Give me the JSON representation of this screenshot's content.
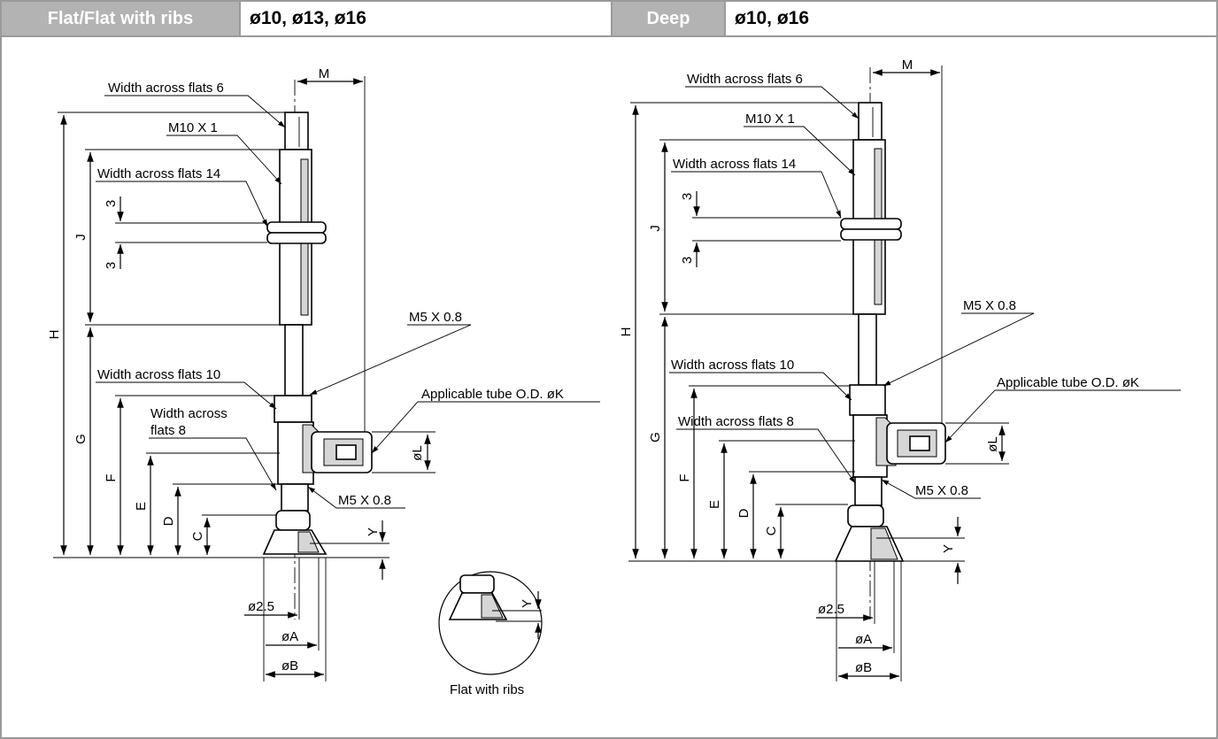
{
  "header": {
    "left_type": "Flat/Flat with ribs",
    "left_sizes": "ø10, ø13, ø16",
    "right_type": "Deep",
    "right_sizes": "ø10, ø16"
  },
  "colors": {
    "header_fill": "#b3b3b3",
    "border": "#9a9a9a",
    "line": "#000000"
  },
  "left_drawing": {
    "dimensions": {
      "M": "M",
      "H": "H",
      "J": "J",
      "G": "G",
      "F": "F",
      "E": "E",
      "D": "D",
      "C": "C",
      "Y": "Y",
      "L": "øL",
      "d25": "ø2.5",
      "A": "øA",
      "B": "øB",
      "t3a": "3",
      "t3b": "3"
    },
    "callouts": {
      "waf6": "Width across flats 6",
      "m10": "M10 X 1",
      "waf14": "Width across flats 14",
      "m5top": "M5 X 0.8",
      "waf10": "Width across flats 10",
      "tube": "Applicable tube O.D. øK",
      "waf8_1": "Width across",
      "waf8_2": "flats 8",
      "m5bot": "M5 X 0.8"
    },
    "detail_caption": "Flat with ribs",
    "detail_y": "Y"
  },
  "right_drawing": {
    "dimensions": {
      "M": "M",
      "H": "H",
      "J": "J",
      "G": "G",
      "F": "F",
      "E": "E",
      "D": "D",
      "C": "C",
      "Y": "Y",
      "L": "øL",
      "d25": "ø2.5",
      "A": "øA",
      "B": "øB",
      "t3a": "3",
      "t3b": "3"
    },
    "callouts": {
      "waf6": "Width across flats 6",
      "m10": "M10 X 1",
      "waf14": "Width across flats 14",
      "m5top": "M5 X 0.8",
      "waf10": "Width across flats 10",
      "tube": "Applicable tube O.D. øK",
      "waf8": "Width across flats 8",
      "m5bot": "M5 X 0.8"
    }
  }
}
